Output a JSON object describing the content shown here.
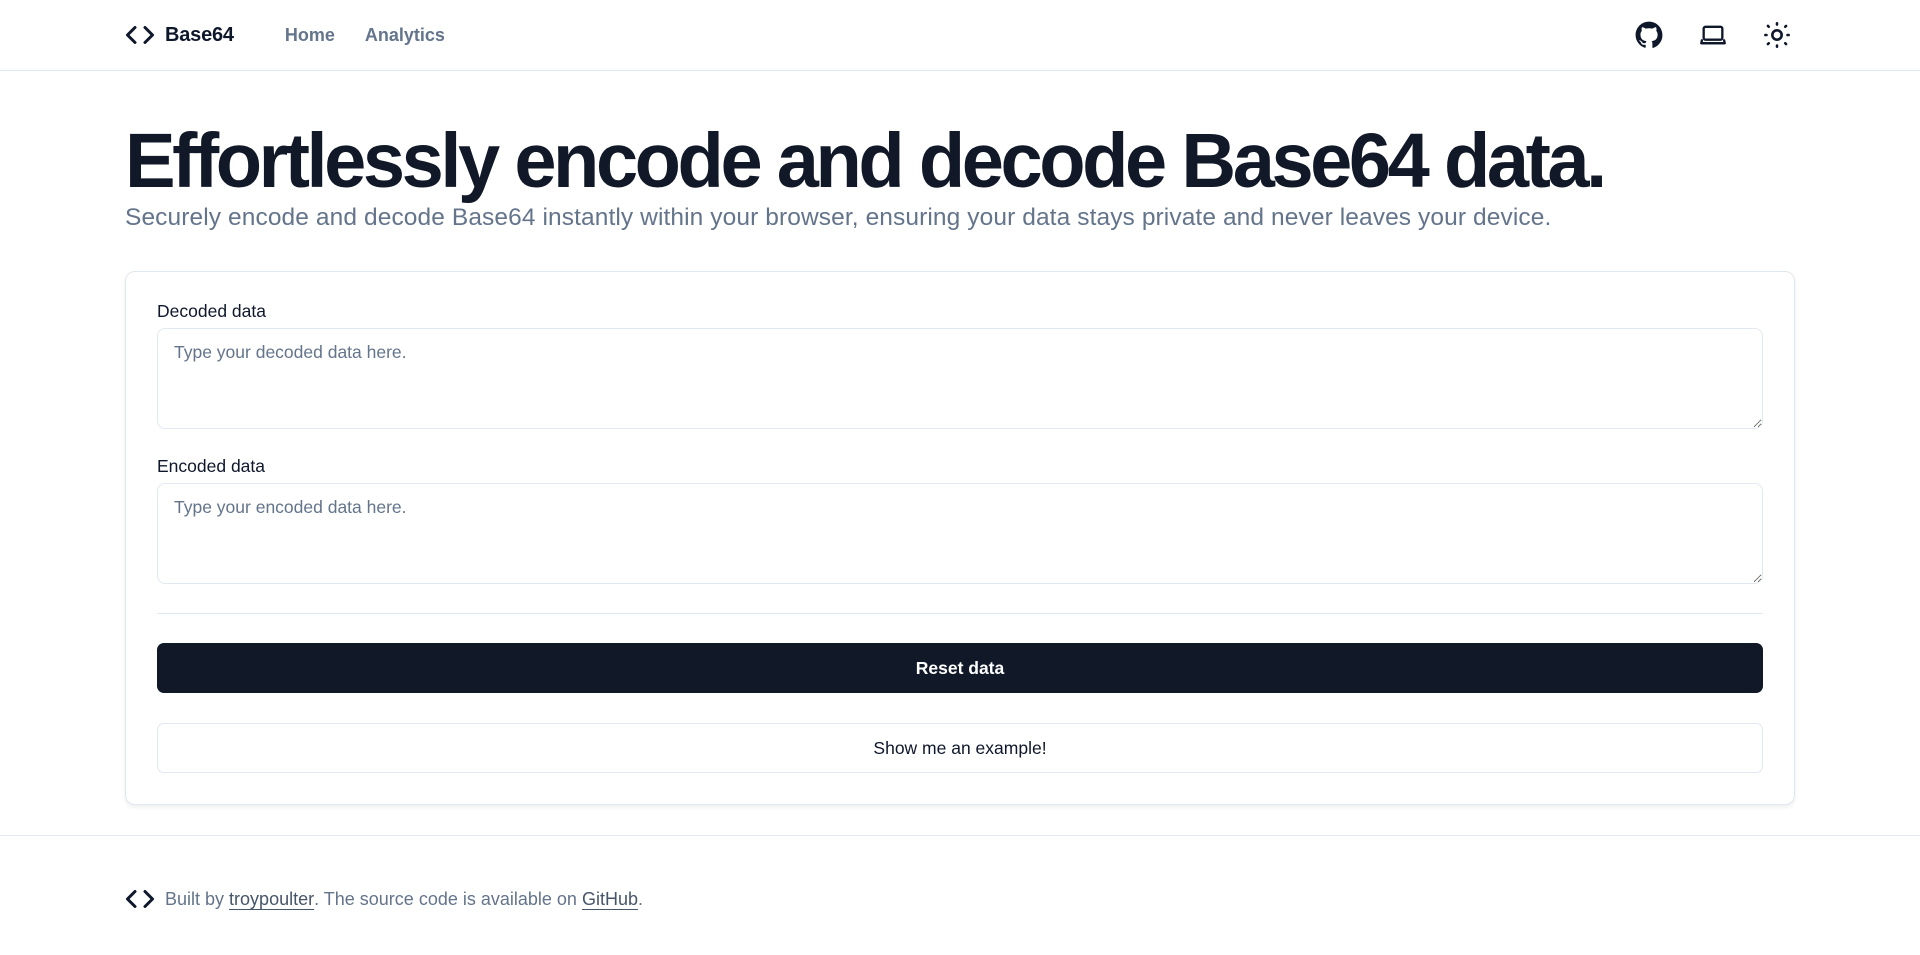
{
  "header": {
    "brand": "Base64",
    "brand_icon": "code-brackets-icon",
    "nav": [
      {
        "label": "Home"
      },
      {
        "label": "Analytics"
      }
    ],
    "actions": [
      {
        "icon": "github-icon"
      },
      {
        "icon": "laptop-icon"
      },
      {
        "icon": "sun-icon"
      }
    ]
  },
  "hero": {
    "title": "Effortlessly encode and decode Base64 data.",
    "subtitle": "Securely encode and decode Base64 instantly within your browser, ensuring your data stays private and never leaves your device."
  },
  "form": {
    "decoded": {
      "label": "Decoded data",
      "value": "",
      "placeholder": "Type your decoded data here."
    },
    "encoded": {
      "label": "Encoded data",
      "value": "",
      "placeholder": "Type your encoded data here."
    },
    "reset_label": "Reset data",
    "example_label": "Show me an example!"
  },
  "footer": {
    "prefix": "Built by",
    "author": "troypoulter",
    "middle": ". The source code is available on",
    "source_link": "GitHub",
    "suffix": "."
  },
  "colors": {
    "primary": "#111827",
    "muted_text": "#64748b",
    "border": "#e2e8f0",
    "background": "#ffffff"
  }
}
